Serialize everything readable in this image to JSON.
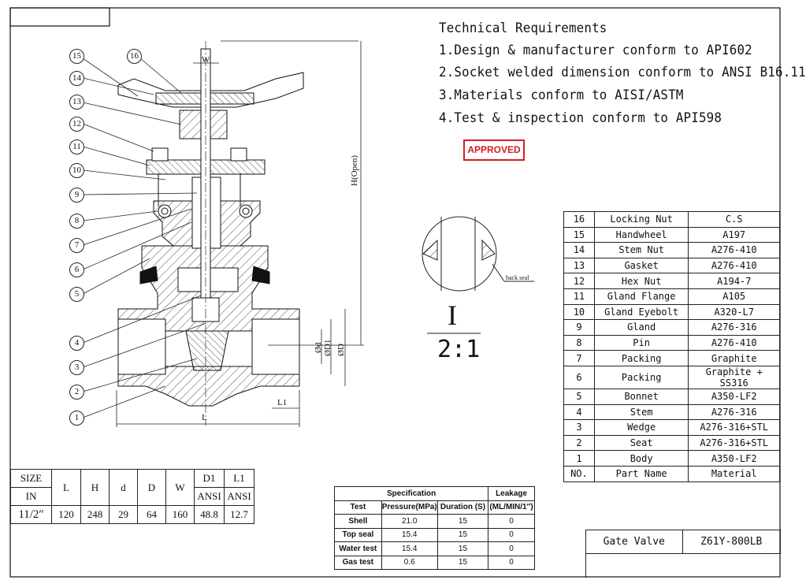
{
  "requirements": {
    "title": "Technical Requirements",
    "items": [
      "1.Design & manufacturer conform to API602",
      "2.Socket welded dimension conform to ANSI B16.11",
      "3.Materials conform to AISI/ASTM",
      "4.Test & inspection conform to API598"
    ]
  },
  "stamp": "APPROVED",
  "detail": {
    "label": "I",
    "scale": "2:1",
    "note": "back seal"
  },
  "dims": {
    "W": "W",
    "H": "H(Open)",
    "L": "L",
    "L1": "L1",
    "d": "Ød",
    "D1": "ØD1",
    "D": "ØD"
  },
  "callouts": [
    "15",
    "16",
    "14",
    "13",
    "12",
    "11",
    "10",
    "9",
    "8",
    "7",
    "6",
    "5",
    "4",
    "3",
    "2",
    "1"
  ],
  "parts": {
    "headers": [
      "NO.",
      "Part Name",
      "Material"
    ],
    "rows": [
      [
        "16",
        "Locking Nut",
        "C.S"
      ],
      [
        "15",
        "Handwheel",
        "A197"
      ],
      [
        "14",
        "Stem Nut",
        "A276-410"
      ],
      [
        "13",
        "Gasket",
        "A276-410"
      ],
      [
        "12",
        "Hex Nut",
        "A194-7"
      ],
      [
        "11",
        "Gland Flange",
        "A105"
      ],
      [
        "10",
        "Gland Eyebolt",
        "A320-L7"
      ],
      [
        "9",
        "Gland",
        "A276-316"
      ],
      [
        "8",
        "Pin",
        "A276-410"
      ],
      [
        "7",
        "Packing",
        "Graphite"
      ],
      [
        "6",
        "Packing",
        "Graphite + SS316"
      ],
      [
        "5",
        "Bonnet",
        "A350-LF2"
      ],
      [
        "4",
        "Stem",
        "A276-316"
      ],
      [
        "3",
        "Wedge",
        "A276-316+STL"
      ],
      [
        "2",
        "Seat",
        "A276-316+STL"
      ],
      [
        "1",
        "Body",
        "A350-LF2"
      ]
    ]
  },
  "size_table": {
    "size": "SIZE",
    "in": "IN",
    "L": "L",
    "H": "H",
    "d": "d",
    "D": "D",
    "W": "W",
    "D1": "D1",
    "L1": "L1",
    "ansi": "ANSI",
    "values": [
      "11/2″",
      "120",
      "248",
      "29",
      "64",
      "160",
      "48.8",
      "12.7"
    ]
  },
  "spec_table": {
    "specification": "Specification",
    "leakage": "Leakage",
    "cols": [
      "Test",
      "Pressure(MPa)",
      "Duration (S)",
      "(ML/MIN/1″)"
    ],
    "rows": [
      [
        "Shell",
        "21.0",
        "15",
        "0"
      ],
      [
        "Top seal",
        "15.4",
        "15",
        "0"
      ],
      [
        "Water test",
        "15.4",
        "15",
        "0"
      ],
      [
        "Gas test",
        "0.6",
        "15",
        "0"
      ]
    ]
  },
  "title_block": {
    "name": "Gate Valve",
    "model": "Z61Y-800LB"
  },
  "colors": {
    "stamp": "#d32020",
    "line": "#111111"
  }
}
